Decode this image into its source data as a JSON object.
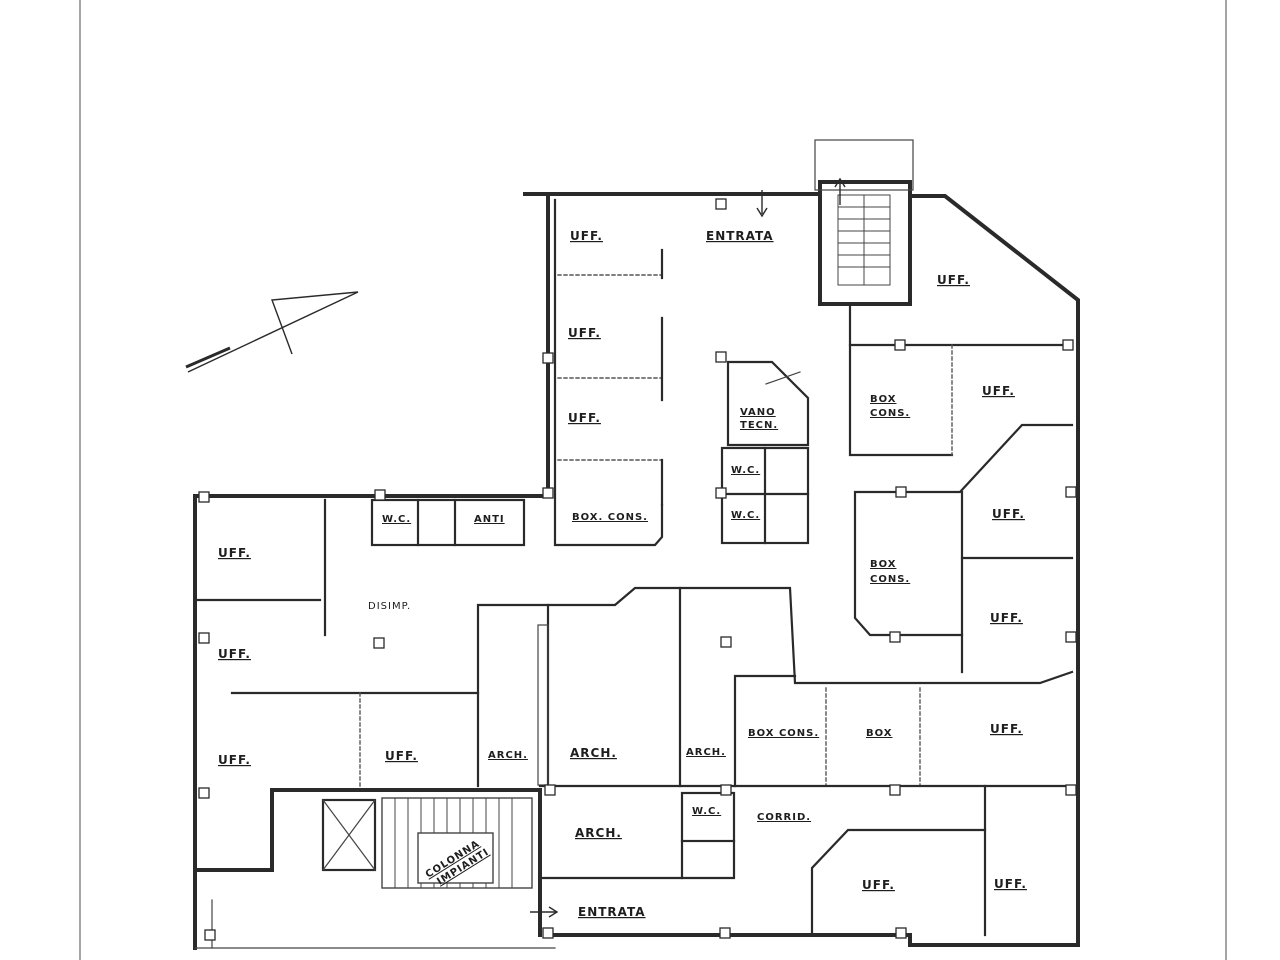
{
  "rooms": {
    "uff_top_left": "UFF.",
    "entrata_top": "ENTRATA",
    "uff_top_right": "UFF.",
    "uff_mid_1": "UFF.",
    "uff_mid_2": "UFF.",
    "vano_tecn_1": "VANO",
    "vano_tecn_2": "TECN.",
    "box_cons_r1a": "BOX",
    "box_cons_r1b": "CONS.",
    "uff_r1": "UFF.",
    "wc_center_1": "W.C.",
    "wc_center_2": "W.C.",
    "box_cons_center": "BOX. CONS.",
    "wc_left": "W.C.",
    "anti": "ANTI",
    "uff_r2": "UFF.",
    "box_cons_r2a": "BOX",
    "box_cons_r2b": "CONS.",
    "uff_left_1": "UFF.",
    "disimp": "DISIMP.",
    "uff_r3": "UFF.",
    "uff_left_2": "UFF.",
    "box_cons_lower": "BOX CONS.",
    "box_lower": "BOX",
    "uff_lower_right": "UFF.",
    "uff_left_3": "UFF.",
    "uff_lower_mid": "UFF.",
    "arch_1": "ARCH.",
    "arch_2": "ARCH.",
    "arch_3": "ARCH.",
    "wc_bottom": "W.C.",
    "corrid": "CORRID.",
    "arch_bottom": "ARCH.",
    "colonna_impianti_1": "COLONNA",
    "colonna_impianti_2": "IMPIANTI",
    "uff_bottom_mid": "UFF.",
    "uff_bottom_right": "UFF.",
    "entrata_bottom": "ENTRATA"
  },
  "icons": {
    "north_arrow": "north-arrow-icon",
    "stair": "stair-icon",
    "column": "column-marker-icon"
  }
}
